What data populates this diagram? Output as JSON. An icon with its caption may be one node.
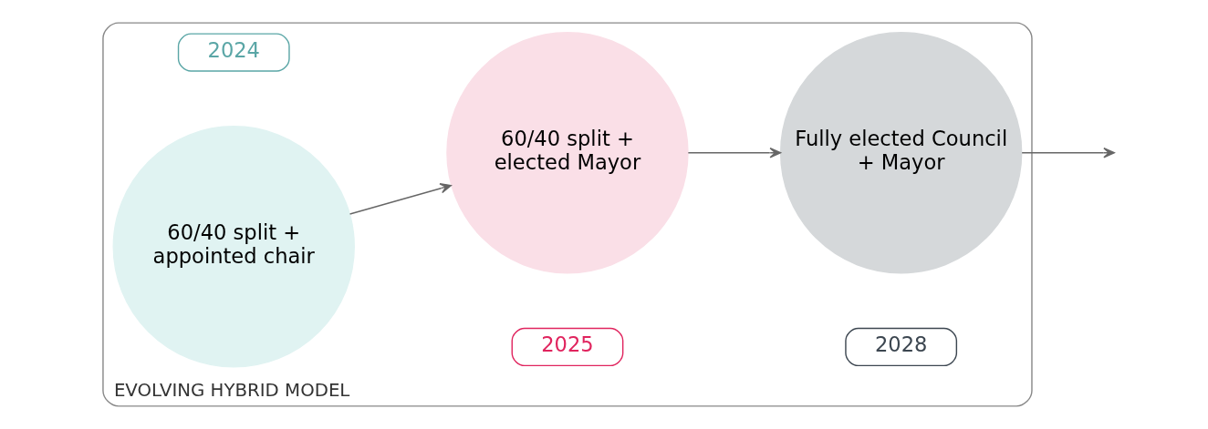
{
  "diagram": {
    "nodes": [
      {
        "text": [
          "EVOLVING HYBRID MODEL"
        ]
      },
      {
        "text": [
          "2024"
        ],
        "in": 0
      },
      {
        "text": [
          "60/40 split + appointed chair"
        ],
        "in": 0
      },
      {
        "text": [
          "2025"
        ],
        "in": 0
      },
      {
        "text": [
          "60/40 split + elected Mayor"
        ],
        "in": 0
      },
      {
        "text": [
          "2028"
        ],
        "in": 0
      },
      {
        "text": [
          "Fully elected Council + Mayor"
        ],
        "in": 0
      }
    ],
    "edges": [
      {
        "from": 2,
        "to": 4,
        "arrow": "to"
      },
      {
        "from": 4,
        "to": 6,
        "arrow": "to"
      },
      {
        "from": 6,
        "to": null,
        "arrow": "to"
      }
    ]
  }
}
